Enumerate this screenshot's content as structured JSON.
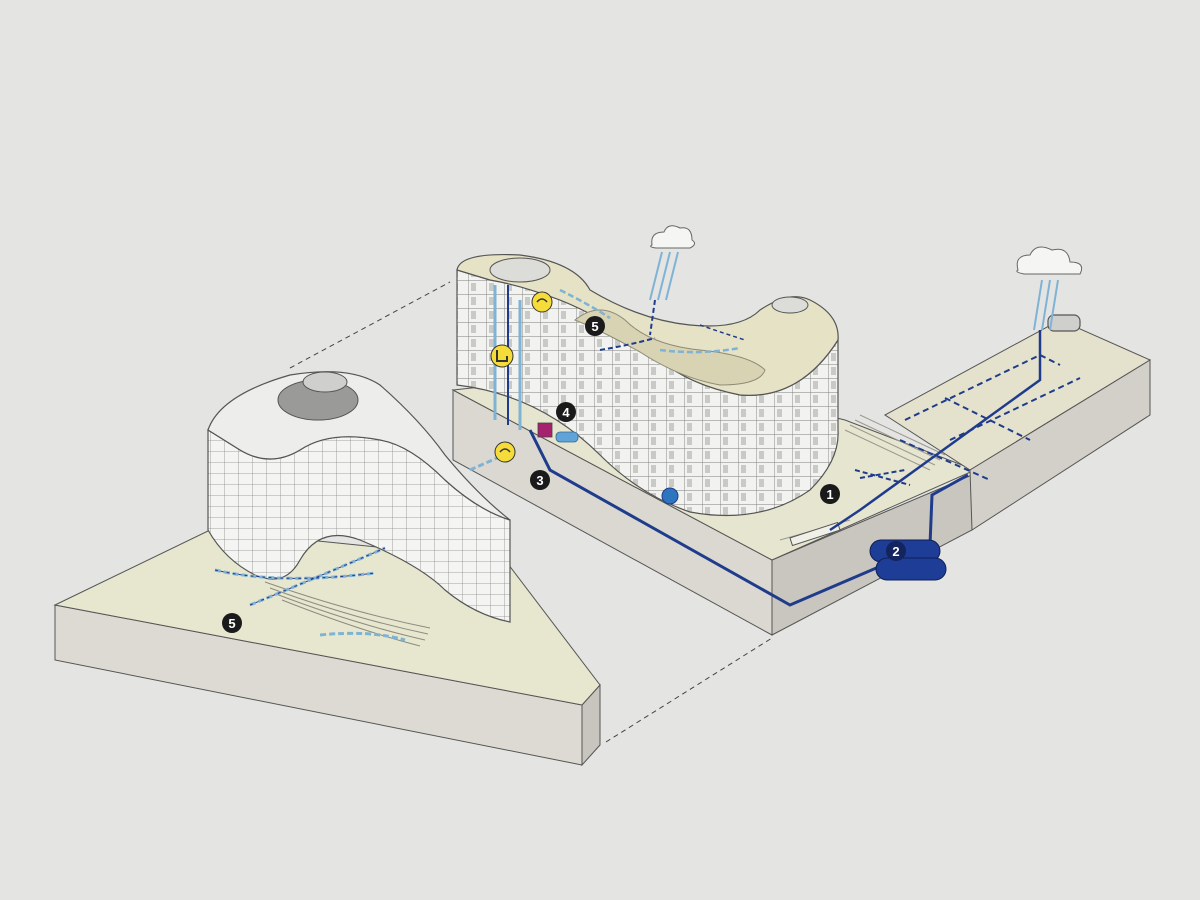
{
  "diagram": {
    "callouts": [
      {
        "id": "c1",
        "label": "1"
      },
      {
        "id": "c2",
        "label": "2"
      },
      {
        "id": "c3",
        "label": "3"
      },
      {
        "id": "c4",
        "label": "4"
      },
      {
        "id": "c5a",
        "label": "5"
      },
      {
        "id": "c5b",
        "label": "5"
      }
    ],
    "icons": [
      "cloud-icon",
      "rain-icon",
      "toilet-icon",
      "irrigation-icon",
      "storage-tank-icon",
      "pump-icon",
      "filter-icon"
    ],
    "colors": {
      "background": "#e4e4e2",
      "roof_green": "#e6e3c7",
      "ground": "#e7e6d0",
      "base": "#d9d7cf",
      "facade": "#f2f2f0",
      "stormwater_pipe": "#1f3c8c",
      "greywater_pipe": "#7fb3d5",
      "tank": "#1e3d96",
      "pump_marker": "#a7226e",
      "filter_marker": "#5fa3d8",
      "reuse_marker": "#f5dc3a",
      "callout": "#1a1a1a"
    }
  }
}
